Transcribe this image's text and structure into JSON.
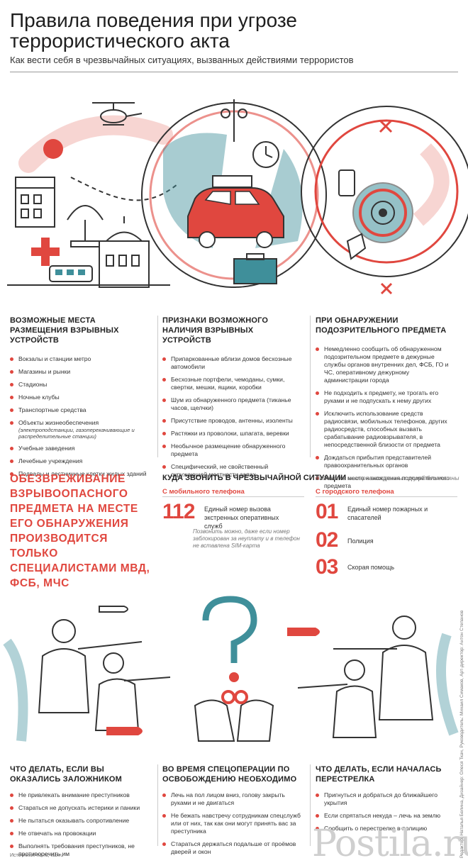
{
  "header": {
    "title": "Правила поведения при угрозе террористического акта",
    "subtitle": "Как вести себя в чрезвычайных ситуациях, вызванных действиями террористов"
  },
  "colors": {
    "accent": "#e0473f",
    "teal": "#3f8f9a",
    "dark": "#222222"
  },
  "places": {
    "heading": "Возможные места размещения взрывных устройств",
    "items": [
      "Вокзалы и станции метро",
      "Магазины и рынки",
      "Стадионы",
      "Ночные клубы",
      "Транспортные средства",
      "Объекты жизнеобеспечения",
      "Учебные заведения",
      "Лечебные учреждения",
      "Подвалы и лестничные клетки жилых зданий"
    ],
    "note": "(электроподстанции, газоперекачивающие и распределительные станции)"
  },
  "signs": {
    "heading": "Признаки возможного наличия взрывных устройств",
    "items": [
      "Припаркованные вблизи домов бесхозные автомобили",
      "Бесхозные портфели, чемоданы, сумки, свертки, мешки, ящики, коробки",
      "Шум из обнаруженного предмета (тиканье часов, щелчки)",
      "Присутствие проводов, антенны, изоленты",
      "Растяжки из проволоки, шпагата, веревки",
      "Необычное размещение обнаруженного предмета",
      "Специфический, не свойственный окружающей местности запах"
    ]
  },
  "suspicious": {
    "heading": "При обнаружении подозрительного предмета",
    "items": [
      "Немедленно сообщить об обнаруженном подозрительном предмете в дежурные службы органов внутренних дел, ФСБ, ГО и ЧС, оперативному дежурному администрации города",
      "Не подходить к предмету, не трогать его руками и не подпускать к нему других",
      "Исключить использование средств радиосвязи, мобильных телефонов, других радиосредств, способных вызвать срабатывание радиовзрывателя, в непосредственной близости от предмета",
      "Дождаться прибытия представителей правоохранительных органов",
      "Указать место нахождения подозрительного предмета"
    ]
  },
  "neutralize": "Обезвреживание взрывоопасного предмета на месте его обнаружения производится только специалистами МВД, ФСБ, МЧС",
  "calls": {
    "heading": "Куда звонить в чрезвычайной ситуации",
    "free_note": "Вызовы на номера экстренных служб бесплатны",
    "mobile_label": "С мобильного телефона",
    "mobile_number": "112",
    "mobile_text": "Единый номер вызова экстренных оперативных служб",
    "mobile_note": "Позвонить можно, даже если номер заблокирован за неуплату и в телефон не вставлена SIM-карта",
    "landline_label": "С городского телефона",
    "landline": [
      {
        "number": "01",
        "text": "Единый номер пожарных и спасателей"
      },
      {
        "number": "02",
        "text": "Полиция"
      },
      {
        "number": "03",
        "text": "Скорая помощь"
      }
    ]
  },
  "hostage": {
    "heading": "Что делать, если вы оказались заложником",
    "items": [
      "Не привлекать внимание преступников",
      "Стараться не допускать истерики и паники",
      "Не пытаться оказывать сопротивление",
      "Не отвечать на провокации",
      "Выполнять требования преступников, не противоречить им"
    ]
  },
  "operation": {
    "heading": "Во время спецоперации по освобождению необходимо",
    "items": [
      "Лечь на пол лицом вниз, голову закрыть руками и не двигаться",
      "Не бежать навстречу сотрудникам спецслужб или от них, так как они могут принять вас за преступника",
      "Стараться держаться подальше от проёмов дверей и окон"
    ]
  },
  "shooting": {
    "heading": "Что делать, если началась перестрелка",
    "items": [
      "Пригнуться и добраться до ближайшего укрытия",
      "Если спрятаться некуда – лечь на землю",
      "Сообщить о перестрелке в полицию"
    ]
  },
  "sources": "Источники: ria.ru, fsb.ru",
  "credits": "Редактор: Наталья Белина, Дизайнер: Олеся Ткач, Руководитель: Михаил Симаков, Арт-директор: Антон Степанов",
  "watermark": "Postila.ru"
}
